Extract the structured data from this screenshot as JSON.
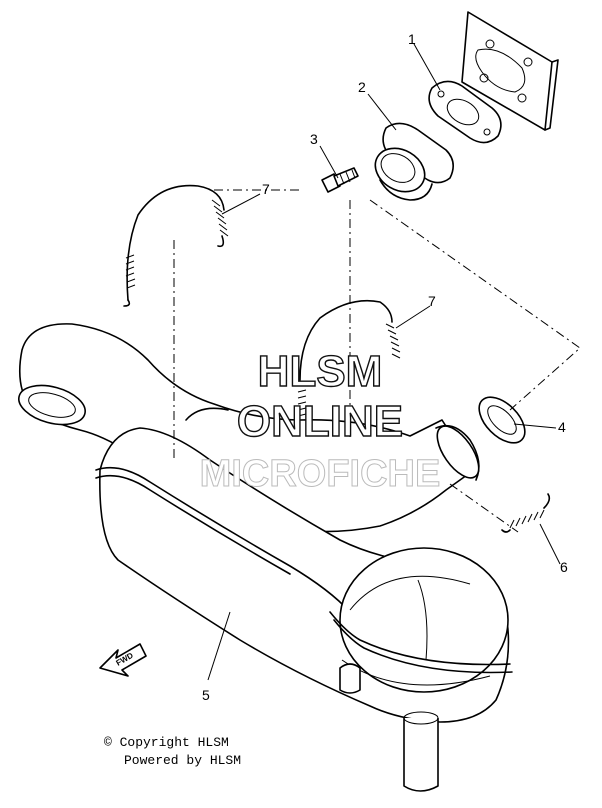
{
  "callouts": [
    {
      "id": "1",
      "label": "1"
    },
    {
      "id": "2",
      "label": "2"
    },
    {
      "id": "3",
      "label": "3"
    },
    {
      "id": "4",
      "label": "4"
    },
    {
      "id": "5",
      "label": "5"
    },
    {
      "id": "6",
      "label": "6"
    },
    {
      "id": "7a",
      "label": "7"
    },
    {
      "id": "7b",
      "label": "7"
    }
  ],
  "watermark": {
    "line1": "HLSM",
    "line2": "ONLINE",
    "line3": "MICROFICHE"
  },
  "fwd_arrow_label": "FWD",
  "copyright": {
    "line1": "© Copyright HLSM",
    "line2": "Powered by HLSM"
  }
}
